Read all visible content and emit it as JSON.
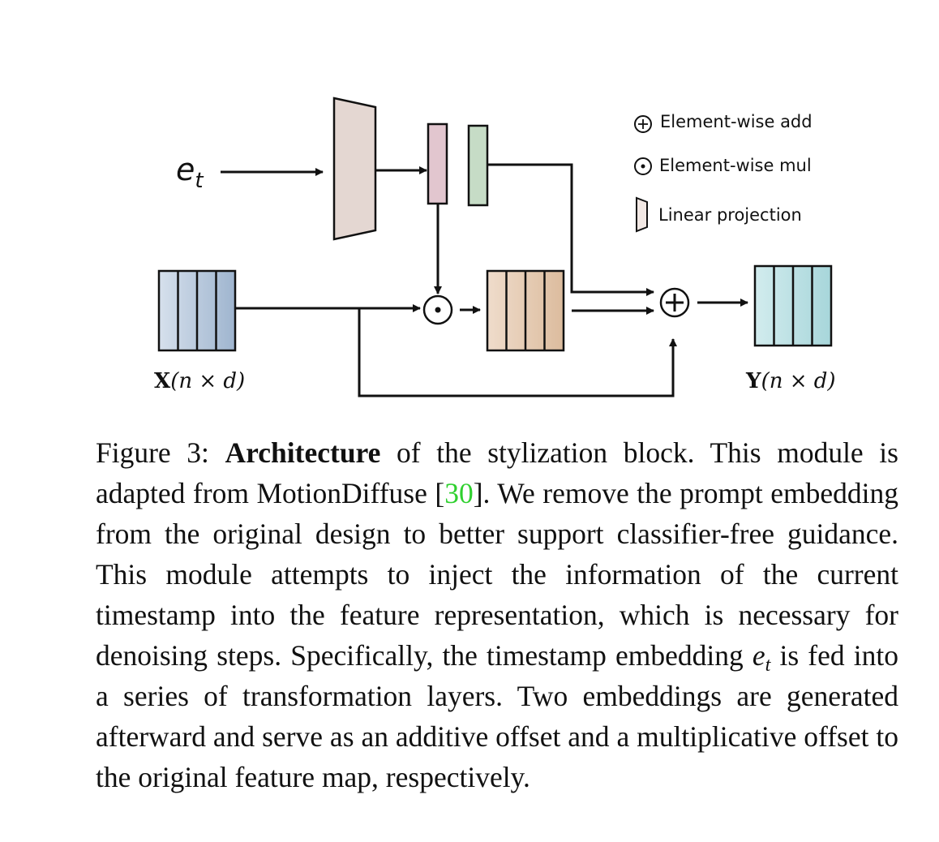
{
  "diagram": {
    "input_embedding_symbol": "e",
    "input_embedding_subscript": "t",
    "input_label_var": "X",
    "input_label_dims": "(n × d)",
    "output_label_var": "Y",
    "output_label_dims": "(n × d)",
    "legend": [
      {
        "icon": "circle-plus-icon",
        "label": "Element-wise add"
      },
      {
        "icon": "circle-dot-icon",
        "label": "Element-wise mul"
      },
      {
        "icon": "trapezoid-icon",
        "label": "Linear projection"
      }
    ],
    "colors": {
      "projection_fill": "#e4d7d2",
      "scale_vector_fill": "#e2c6cf",
      "shift_vector_fill": "#c6dcc6",
      "input_feature_fill": "#a9bcd3",
      "modulated_feature_fill": "#e3c7ad",
      "output_feature_fill": "#b5dde0",
      "stroke": "#111111"
    }
  },
  "caption": {
    "figure_label": "Figure 3:",
    "bold_term": "Architecture",
    "text_1": " of the stylization block. This module is adapted from MotionDiffuse [",
    "citation": "30",
    "text_2": "]. We remove the prompt embedding from the original design to better support classifier-free guidance. This module attempts to inject the information of the current timestamp into the feature representation, which is necessary for denoising steps. Specifically, the timestamp embedding ",
    "math_symbol": "e",
    "math_subscript": "t",
    "text_3": " is fed into a series of transformation layers. Two embeddings are generated afterward and serve as an additive offset and a multiplicative offset to the original feature map, respectively."
  }
}
